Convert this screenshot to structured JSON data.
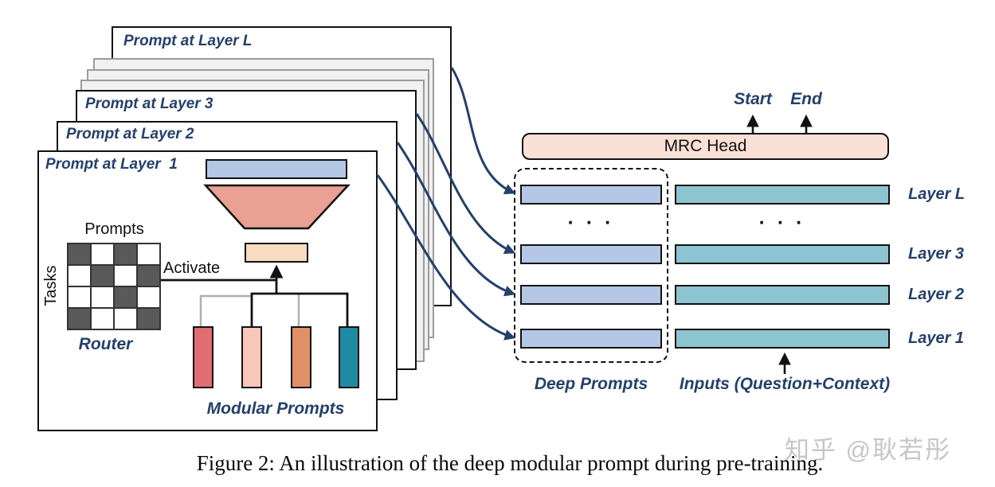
{
  "figure": {
    "caption": "Figure 2: An illustration of the deep modular prompt during pre-training.",
    "watermark": "知乎 @耿若彤"
  },
  "left_stack": {
    "panels": [
      {
        "label": "Prompt at Layer L"
      },
      {
        "label": "Prompt at Layer 3"
      },
      {
        "label": "Prompt at Layer 2"
      },
      {
        "label": "Prompt at Layer  1"
      }
    ],
    "router": {
      "top_label": "Prompts",
      "left_label": "Tasks",
      "label": "Router",
      "pattern": [
        [
          1,
          0,
          1,
          0
        ],
        [
          0,
          1,
          0,
          1
        ],
        [
          0,
          0,
          1,
          0
        ],
        [
          1,
          0,
          0,
          1
        ]
      ]
    },
    "activate_label": "Activate",
    "modular_prompts_label": "Modular Prompts"
  },
  "right_panel": {
    "mrc_head_label": "MRC Head",
    "start_label": "Start",
    "end_label": "End",
    "deep_prompts_label": "Deep Prompts",
    "inputs_label": "Inputs (Question+Context)",
    "layer_labels": [
      "Layer L",
      "Layer 3",
      "Layer 2",
      "Layer 1"
    ],
    "ellipsis": "· · ·"
  },
  "colors": {
    "navy": "#24406b",
    "deep_prompt_bar": "#b4c7e7",
    "input_bar": "#8cc5d1",
    "mrc_head_fill": "#fae0d5",
    "funnel_fill": "#e8a193",
    "activation_box_fill": "#f8dcc2",
    "prompt_bar_fill": "#b4c7e7",
    "grid_dark": "#595959",
    "sheet_gray_fill": "#f1f1f1",
    "sheet_gray_border": "#9b9b9b",
    "inactive_line": "#b0b0b0",
    "modular_bars": [
      "#e06d71",
      "#f9c7b9",
      "#e09065",
      "#1f8ba3"
    ],
    "watermark_gray": "#c6c6c6"
  }
}
